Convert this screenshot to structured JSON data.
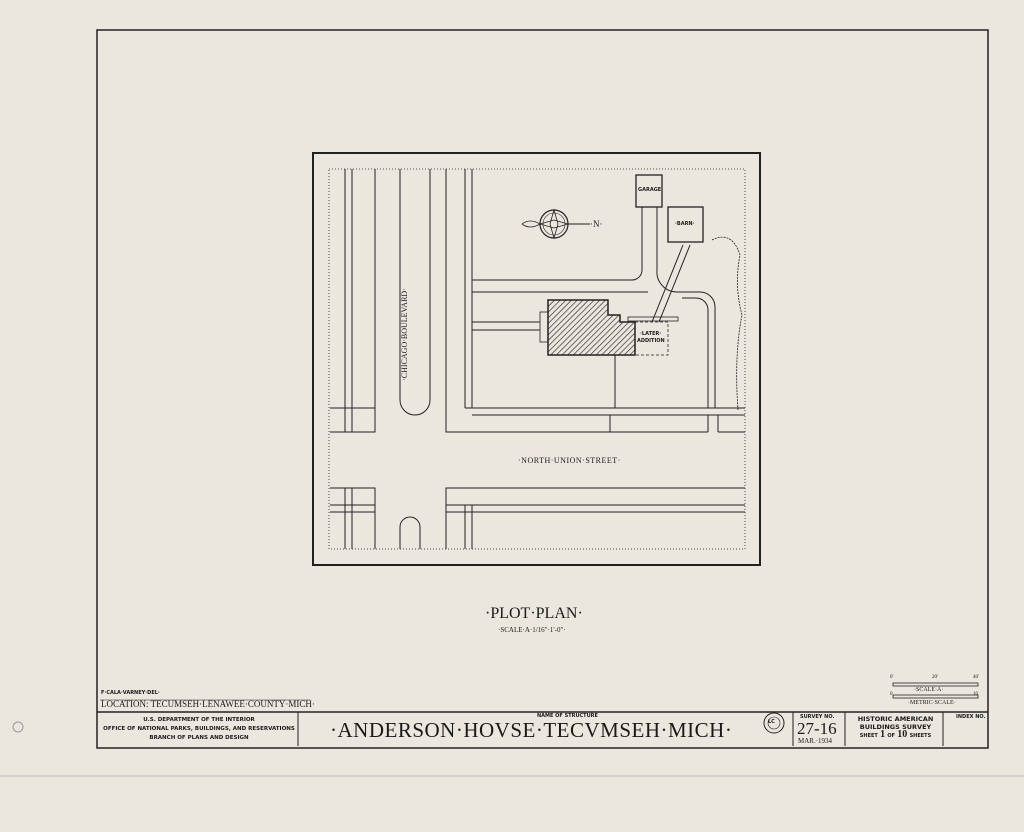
{
  "drawing": {
    "title": "·PLOT·PLAN·",
    "scale_note": "·SCALE·A·1/16\"·1'-0\"·",
    "labels": {
      "garage": "GARAGE",
      "barn": "·BARN·",
      "later_addition_1": "·LATER·",
      "later_addition_2": "ADDITION",
      "north": "·N·",
      "chicago_boulevard": "·CHICAGO·BOULEVARD·",
      "north_union_street": "·NORTH·UNION·STREET·"
    }
  },
  "scales": {
    "scale_a": "·SCALE·A·",
    "scale_a_ticks": [
      "0'",
      "20'",
      "40'"
    ],
    "metric": "·METRIC·SCALE·",
    "metric_ticks": [
      "0",
      "10"
    ]
  },
  "credits": {
    "delineator": "F·CALA·VARNEY·DEL·",
    "location": "LOCATION: TECUMSEH·LENAWEE·COUNTY·MICH·"
  },
  "title_block": {
    "agency_1": "U.S. DEPARTMENT OF THE INTERIOR",
    "agency_2": "OFFICE OF NATIONAL PARKS, BUILDINGS, AND RESERVATIONS",
    "agency_3": "BRANCH OF PLANS AND DESIGN",
    "name_label": "NAME OF STRUCTURE",
    "structure_name": "·ANDERSON·HOVSE·TECVMSEH·MICH·",
    "seal": "LC",
    "survey_label": "SURVEY NO.",
    "survey_no": "27-16",
    "date": "MAR.·1934",
    "habs_1": "HISTORIC AMERICAN",
    "habs_2": "BUILDINGS SURVEY",
    "sheet_label": "SHEET",
    "sheet_no": "1",
    "of_label": "OF",
    "sheet_total": "10",
    "sheets_label": "SHEETS",
    "index_label": "INDEX NO."
  }
}
